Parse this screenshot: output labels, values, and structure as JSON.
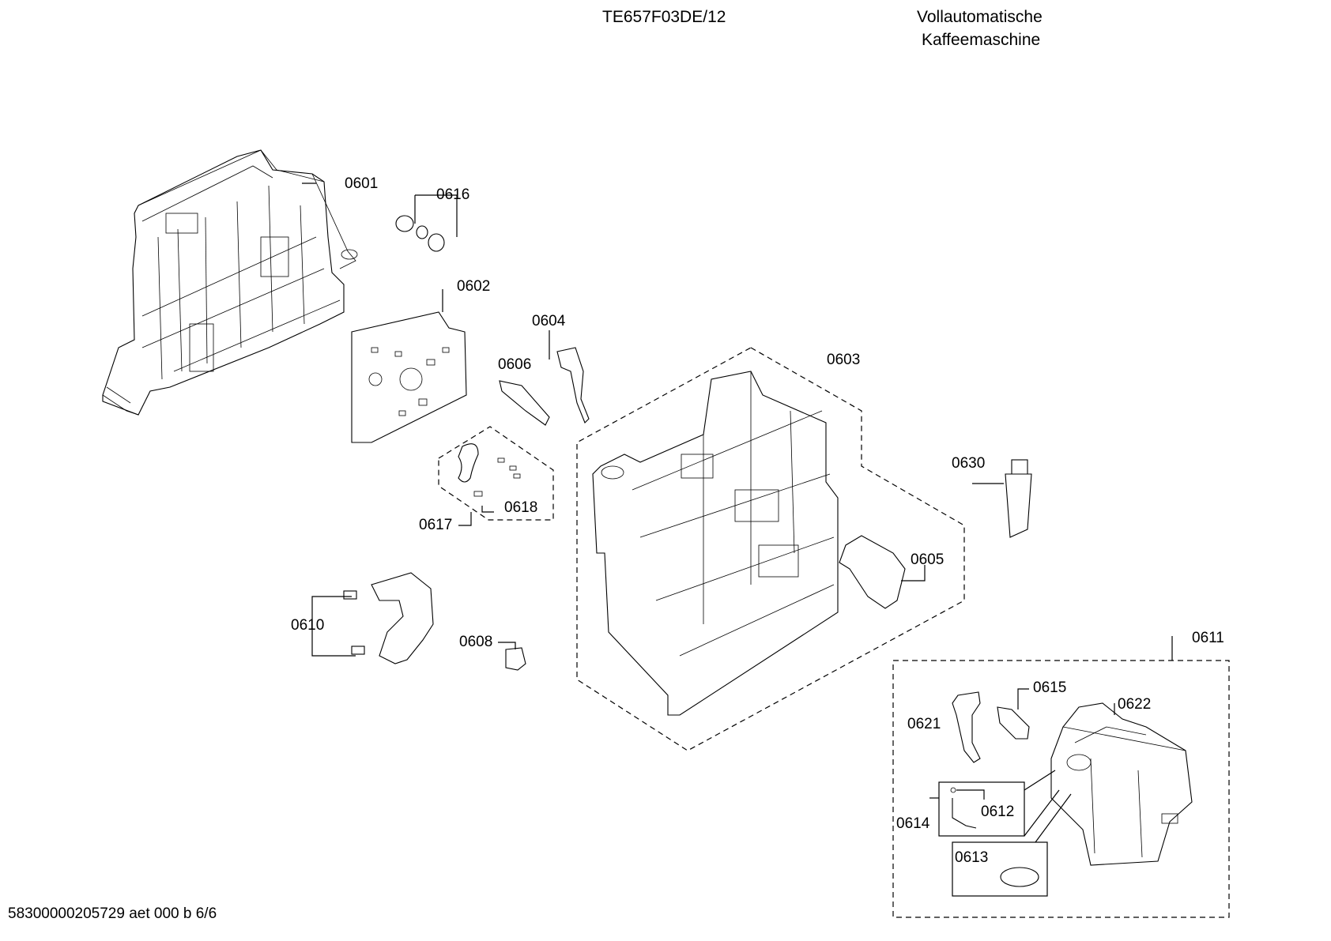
{
  "header": {
    "model": "TE657F03DE/12",
    "description_line1": "Vollautomatische",
    "description_line2": "Kaffeemaschine"
  },
  "footer": {
    "doc_code": "58300000205729 aet 000 b 6/6"
  },
  "parts": {
    "p0601": "0601",
    "p0602": "0602",
    "p0603": "0603",
    "p0604": "0604",
    "p0605": "0605",
    "p0606": "0606",
    "p0608": "0608",
    "p0610": "0610",
    "p0611": "0611",
    "p0612": "0612",
    "p0613": "0613",
    "p0614": "0614",
    "p0615": "0615",
    "p0616": "0616",
    "p0617": "0617",
    "p0618": "0618",
    "p0621": "0621",
    "p0622": "0622",
    "p0630": "0630"
  }
}
